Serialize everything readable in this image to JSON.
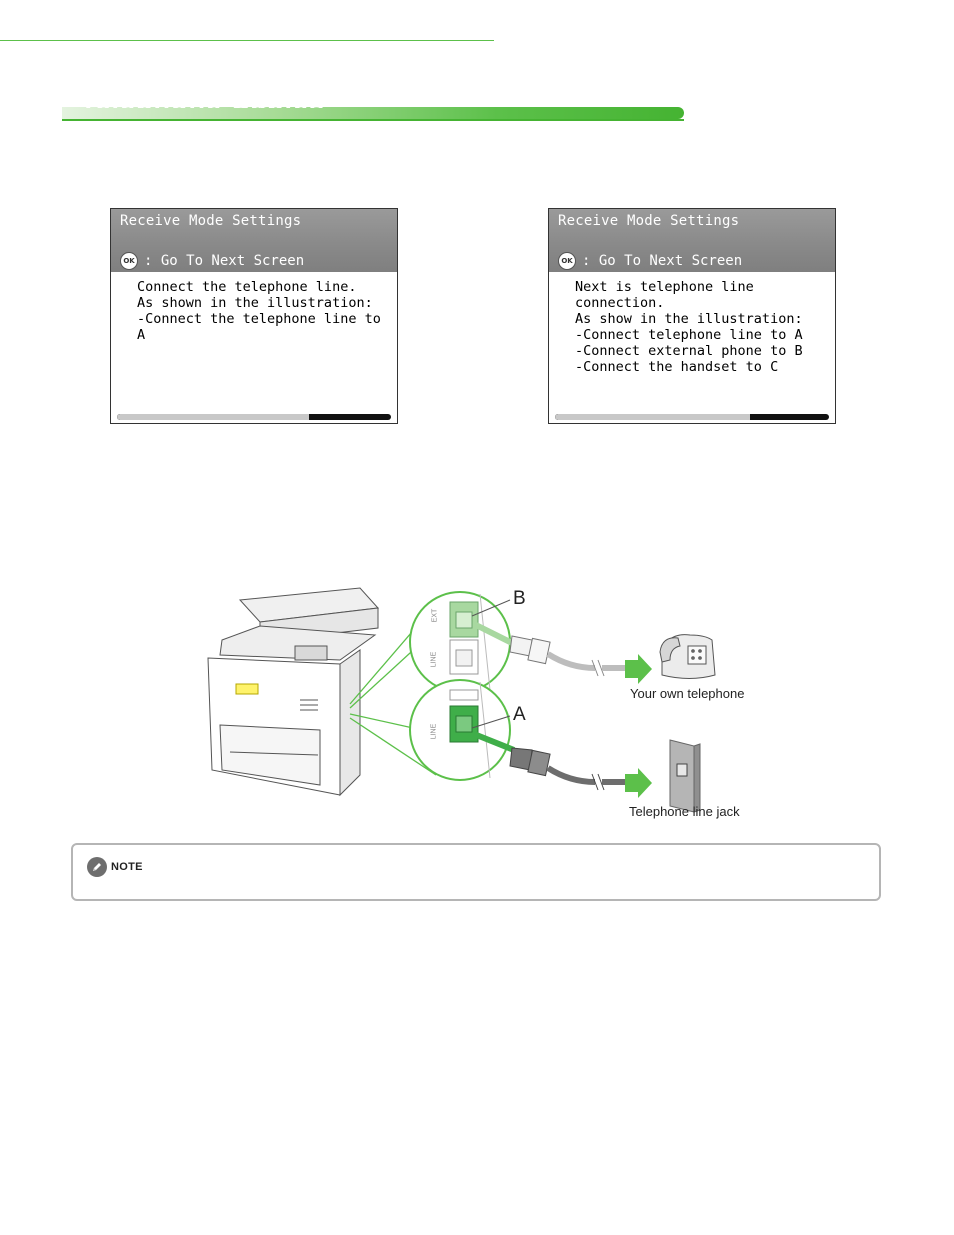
{
  "section": {
    "title": "Telephone Cables"
  },
  "lcd_left": {
    "title": "Receive Mode Settings",
    "ok_icon": "OK",
    "ok_label": ": Go To Next Screen",
    "lines": [
      "Connect the telephone line.",
      "As shown in the illustration:",
      "-Connect the telephone line to",
      "A"
    ],
    "scroll_position": 0.7
  },
  "lcd_right": {
    "title": "Receive Mode Settings",
    "ok_icon": "OK",
    "ok_label": ": Go To Next Screen",
    "lines": [
      "Next is telephone line",
      "connection.",
      "As show in the illustration:",
      "-Connect telephone line to A",
      "-Connect external phone to B",
      "-Connect the handset to C"
    ],
    "scroll_position": 0.71
  },
  "illustration": {
    "port_b": "B",
    "port_a": "A",
    "port_ext": "EXT",
    "port_line": "LINE",
    "label_phone": "Your own telephone",
    "label_jack": "Telephone line jack",
    "colors": {
      "accent_green": "#5cc04a",
      "port_green": "#3fae49",
      "port_green_light": "#a8d8a0"
    }
  },
  "note": {
    "label": "NOTE"
  }
}
